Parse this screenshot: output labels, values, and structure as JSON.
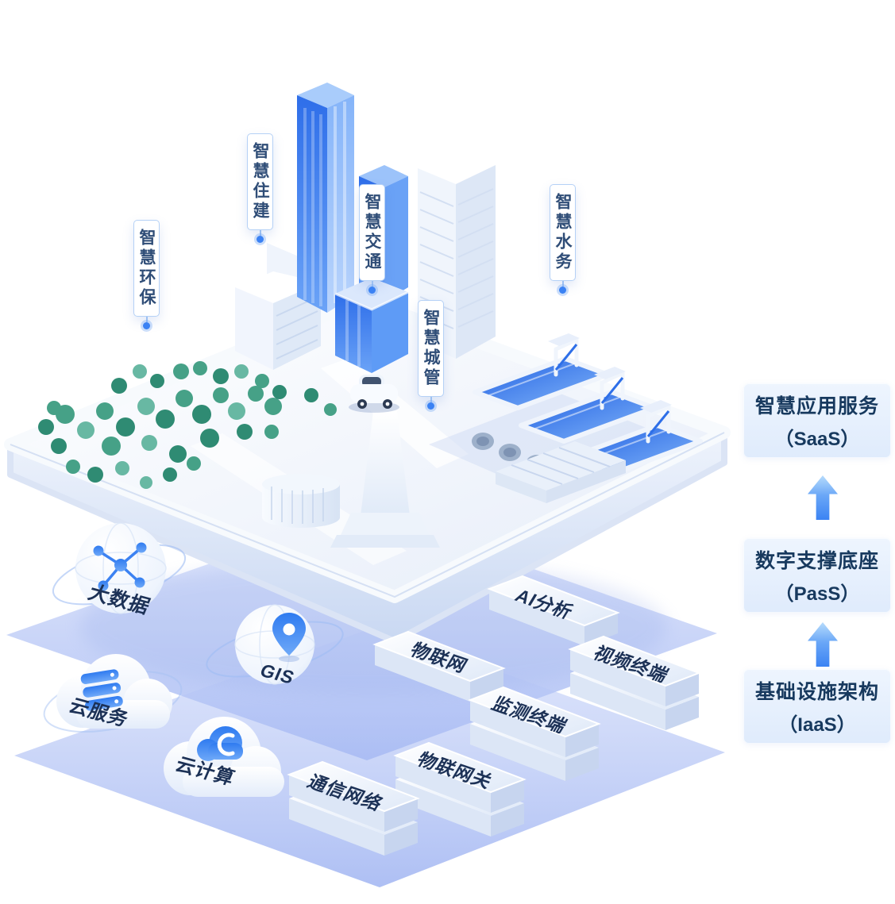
{
  "page": {
    "background": "#ffffff"
  },
  "colors": {
    "accent_blue": "#2f7bf0",
    "building_blue": "#2e6ee9",
    "water_blue": "#1e5ee2",
    "tree_green": "#46a187",
    "layer_lavender": "#a9bcf4",
    "panel_bg": "#e8f1fd",
    "navy_text": "#1c3156",
    "callout_border": "#b5d1f6",
    "dot_blue": "#3b82f4"
  },
  "icons": {
    "big_data": "network-nodes-icon",
    "gis": "location-pin-icon",
    "cloud_service": "server-stack-icon",
    "cloud_computing": "cloud-c-icon",
    "flow": "up-arrow-icon"
  },
  "city_callouts": [
    {
      "label": "智慧环保"
    },
    {
      "label": "智慧住建"
    },
    {
      "label": "智慧交通"
    },
    {
      "label": "智慧城管"
    },
    {
      "label": "智慧水务"
    }
  ],
  "platform_items": {
    "big_data": "大数据",
    "gis": "GIS",
    "iot": "物联网",
    "ai_analysis": "AI分析",
    "video_terminal": "视频终端",
    "monitoring_terminal": "监测终端",
    "iot_gateway": "物联网关",
    "communication_network": "通信网络",
    "cloud_service": "云服务",
    "cloud_computing": "云计算"
  },
  "right_panels": [
    {
      "line1": "智慧应用服务",
      "line2": "（SaaS）"
    },
    {
      "line1": "数字支撑底座",
      "line2": "（PasS）"
    },
    {
      "line1": "基础设施架构",
      "line2": "（IaaS）"
    }
  ]
}
